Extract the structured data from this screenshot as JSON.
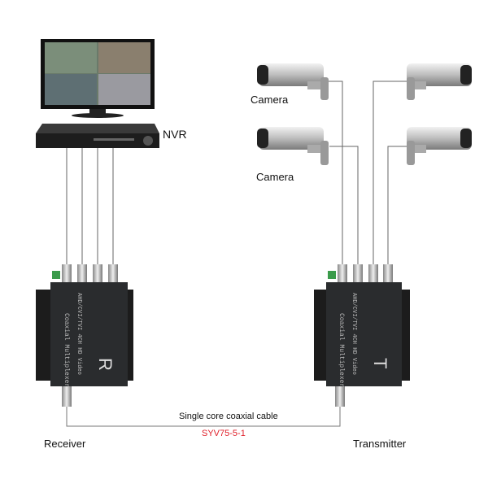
{
  "labels": {
    "nvr": "NVR",
    "camera_1": "Camera",
    "camera_2": "Camera",
    "receiver": "Receiver",
    "transmitter": "Transmitter",
    "cable_name": "Single core coaxial cable",
    "cable_model": "SYV75-5-1"
  },
  "devices": {
    "receiver": {
      "line1": "AHD/CVI/TVI 4CH HD Video",
      "line2": "Coaxial Multiplexer",
      "letter": "R"
    },
    "transmitter": {
      "line1": "AHD/CVI/TVI 4CH HD Video",
      "line2": "Coaxial Multiplexer",
      "letter": "T"
    }
  },
  "colors": {
    "cable_model": "#e0202a",
    "device_body": "#2a2c2e",
    "line": "#555555"
  }
}
